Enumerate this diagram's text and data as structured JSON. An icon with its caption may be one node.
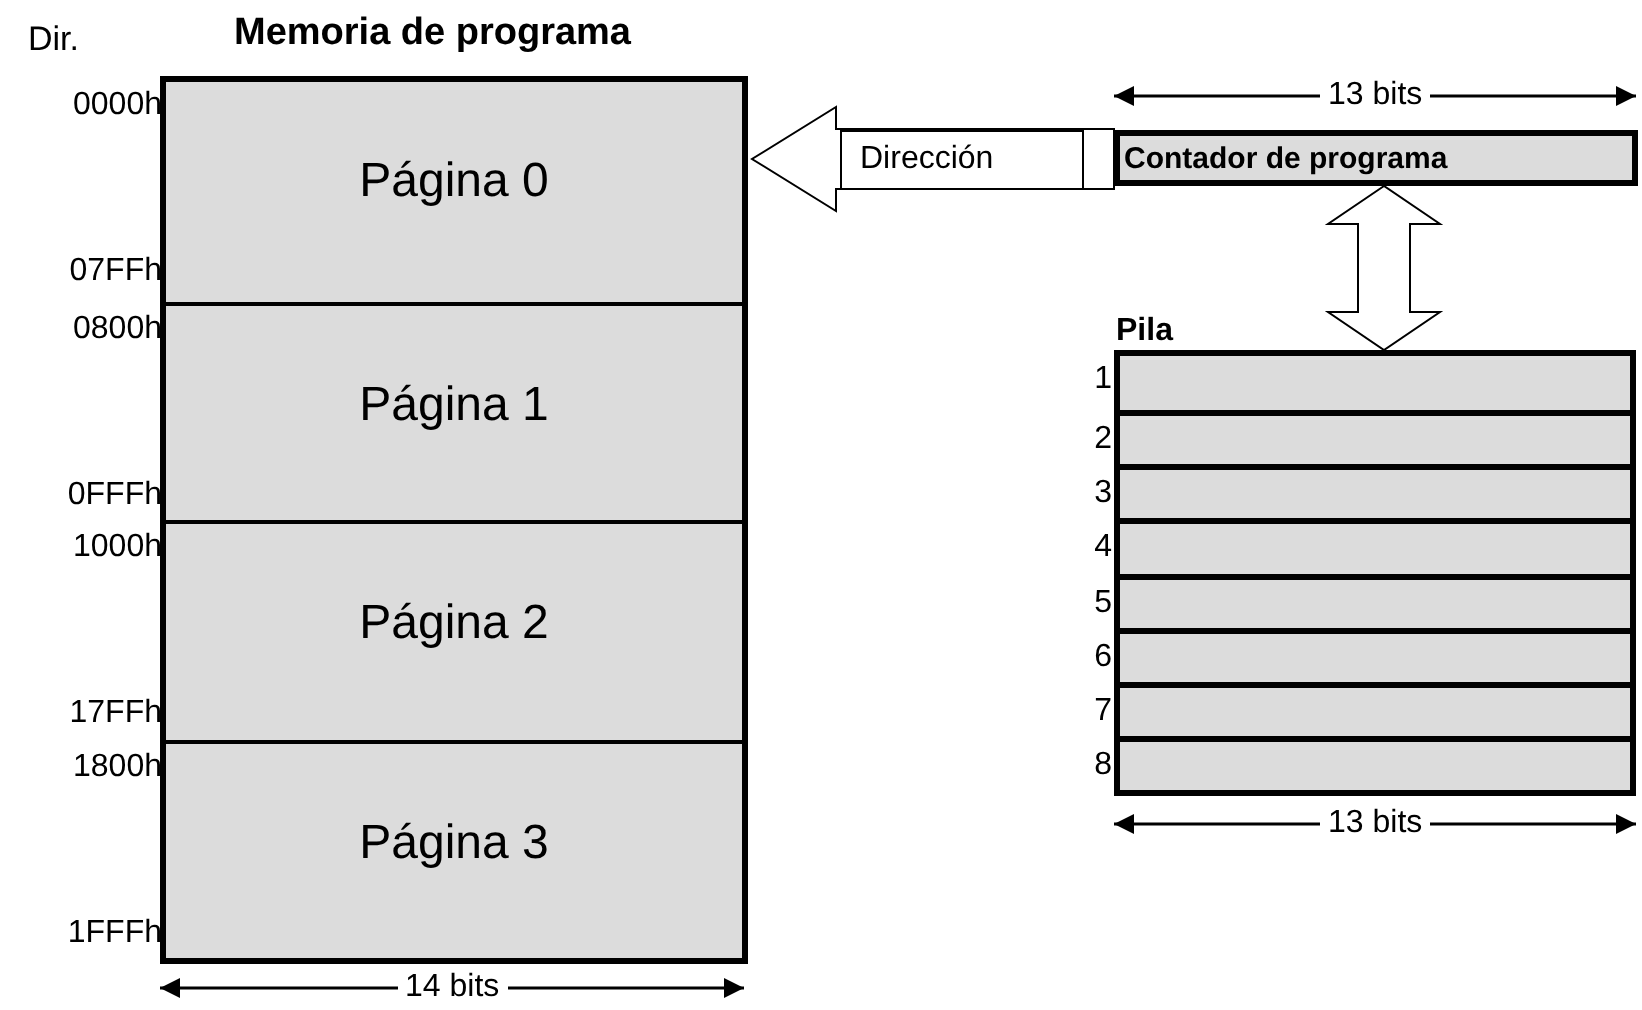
{
  "diagram": {
    "nodes": [
      {
        "text": [
          "Memoria de programa"
        ]
      },
      {
        "text": [
          "Página 0"
        ],
        "in": 0,
        "beside": [
          "0000h",
          "07FFh"
        ]
      },
      {
        "text": [
          "Página 1"
        ],
        "in": 0,
        "beside": [
          "0800h",
          "0FFFh"
        ]
      },
      {
        "text": [
          "Página 2"
        ],
        "in": 0,
        "beside": [
          "1000h",
          "17FFh"
        ]
      },
      {
        "text": [
          "Página 3"
        ],
        "in": 0,
        "beside": [
          "1800h",
          "1FFFh"
        ]
      },
      {
        "text": [
          "Contador de programa"
        ]
      },
      {
        "text": [
          "Pila"
        ]
      },
      {
        "text": [],
        "shape": "box",
        "in": 6,
        "beside": [
          "1"
        ]
      },
      {
        "text": [],
        "shape": "box",
        "in": 6,
        "beside": [
          "2"
        ]
      },
      {
        "text": [],
        "shape": "box",
        "in": 6,
        "beside": [
          "3"
        ]
      },
      {
        "text": [],
        "shape": "box",
        "in": 6,
        "beside": [
          "4"
        ]
      },
      {
        "text": [],
        "shape": "box",
        "in": 6,
        "beside": [
          "5"
        ]
      },
      {
        "text": [],
        "shape": "box",
        "in": 6,
        "beside": [
          "6"
        ]
      },
      {
        "text": [],
        "shape": "box",
        "in": 6,
        "beside": [
          "7"
        ]
      },
      {
        "text": [],
        "shape": "box",
        "in": 6,
        "beside": [
          "8"
        ]
      }
    ],
    "edges": [
      {
        "from": 5,
        "to": 0,
        "arrow": "to",
        "label": "Dirección"
      },
      {
        "from": 5,
        "to": 6,
        "arrow": "both"
      }
    ],
    "labels": [
      "Dir.",
      "13 bits",
      "13 bits",
      "14 bits"
    ]
  }
}
